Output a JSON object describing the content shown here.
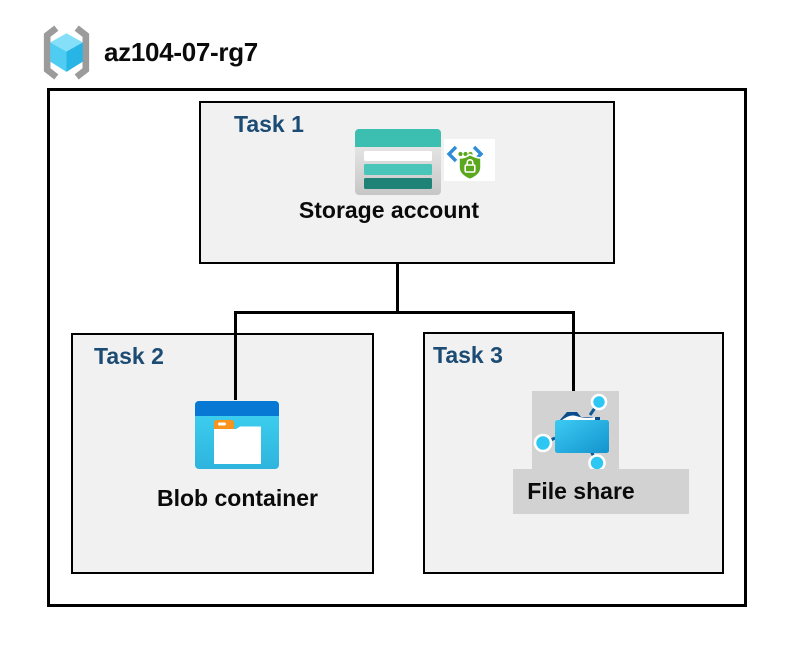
{
  "header": {
    "resource_group_label": "az104-07-rg7",
    "resource_group_icon": "resource-group-icon"
  },
  "tasks": [
    {
      "label": "Task 1",
      "resource": "Storage account",
      "icons": [
        "storage-account-icon",
        "sas-lock-icon"
      ]
    },
    {
      "label": "Task 2",
      "resource": "Blob container",
      "icons": [
        "blob-container-icon"
      ]
    },
    {
      "label": "Task 3",
      "resource": "File share",
      "icons": [
        "file-share-icon"
      ]
    }
  ],
  "connections": [
    {
      "from": "Storage account",
      "to": "Blob container"
    },
    {
      "from": "Storage account",
      "to": "File share"
    }
  ],
  "colors": {
    "task_label_blue": "#1C4B74",
    "box_fill_gray": "#F1F1F1",
    "outline_black": "#000000",
    "storage_teal": "#3CBFB0",
    "storage_teal_mid": "#49C5B9",
    "storage_teal_dark": "#1F8277",
    "blob_top_blue": "#0779D5",
    "blob_body_cyan": "#3FD2F2",
    "folder_tab_orange": "#F7941E",
    "fileshare_folder_blue": "#149BD7",
    "fileshare_back_navy": "#0B4D8C",
    "fileshare_node_cyan": "#2EC6F2",
    "sas_green": "#5BA71E",
    "sas_blue": "#2E8CD8",
    "icon_backdrop_gray": "#D2D2D2",
    "rg_bracket_gray": "#9B9B9B",
    "rg_cube_light": "#85DFF8",
    "rg_cube_mid": "#4FCCF2",
    "rg_cube_dark": "#27B5E6"
  }
}
